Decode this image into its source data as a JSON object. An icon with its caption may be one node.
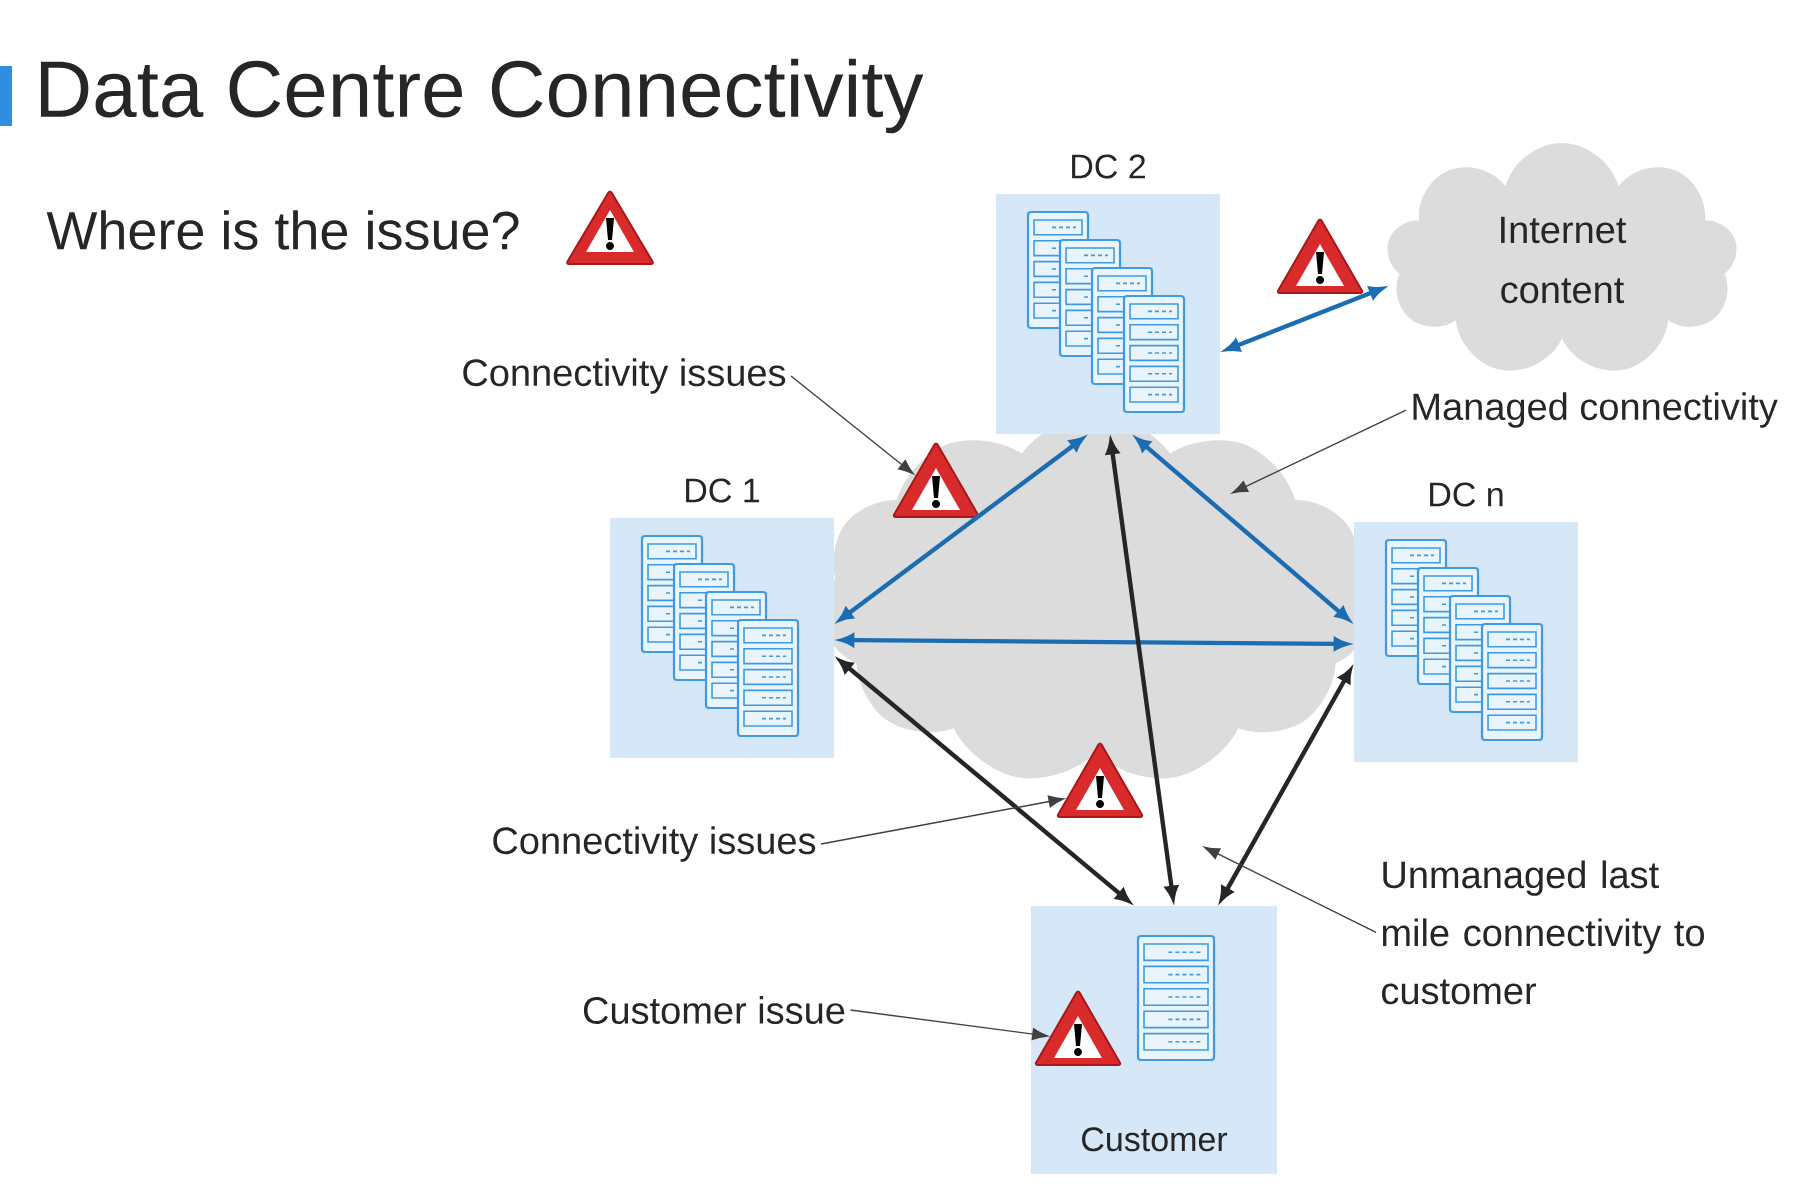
{
  "diagram": {
    "title": "Data Centre Connectivity",
    "nodes": [
      {
        "text": [
          "DC 2"
        ]
      },
      {
        "text": [],
        "shape": "triangle"
      },
      {
        "text": [
          "Internet content"
        ]
      },
      {
        "text": [
          "Connectivity issues"
        ]
      },
      {
        "text": [
          "Managed connectivity"
        ]
      },
      {
        "text": [],
        "shape": "triangle"
      },
      {
        "text": [
          "DC 1"
        ]
      },
      {
        "text": [
          "DC n"
        ]
      },
      {
        "text": [],
        "shape": "triangle"
      },
      {
        "text": [
          "Connectivity issues"
        ]
      },
      {
        "text": [
          "Unmanaged last mile connectivity to customer"
        ]
      },
      {
        "text": [
          "Customer issue"
        ]
      },
      {
        "text": [
          "Customer"
        ]
      },
      {
        "text": [],
        "shape": "triangle",
        "in": 12
      }
    ],
    "edges": [
      {
        "from": 6,
        "to": 0,
        "arrow": "both",
        "color": "#1b6db3"
      },
      {
        "from": 6,
        "to": 7,
        "arrow": "both",
        "color": "#1b6db3"
      },
      {
        "from": 0,
        "to": 7,
        "arrow": "both",
        "color": "#1b6db3"
      },
      {
        "from": 0,
        "to": 2,
        "arrow": "both",
        "color": "#1b6db3"
      },
      {
        "from": 12,
        "to": 6,
        "arrow": "both",
        "color": "#262626"
      },
      {
        "from": 12,
        "to": 0,
        "arrow": "both",
        "color": "#262626"
      },
      {
        "from": 12,
        "to": 7,
        "arrow": "both",
        "color": "#262626"
      },
      {
        "from": 3,
        "to": 5,
        "arrow": "to",
        "color": "#404040"
      },
      {
        "from": 4,
        "to": null,
        "arrow": "to",
        "color": "#404040"
      },
      {
        "from": 9,
        "to": 8,
        "arrow": "to",
        "color": "#404040"
      },
      {
        "from": 10,
        "to": null,
        "arrow": "to",
        "color": "#404040"
      },
      {
        "from": 11,
        "to": 13,
        "arrow": "to",
        "color": "#404040"
      }
    ],
    "labels": [
      "Where is the issue?"
    ]
  }
}
